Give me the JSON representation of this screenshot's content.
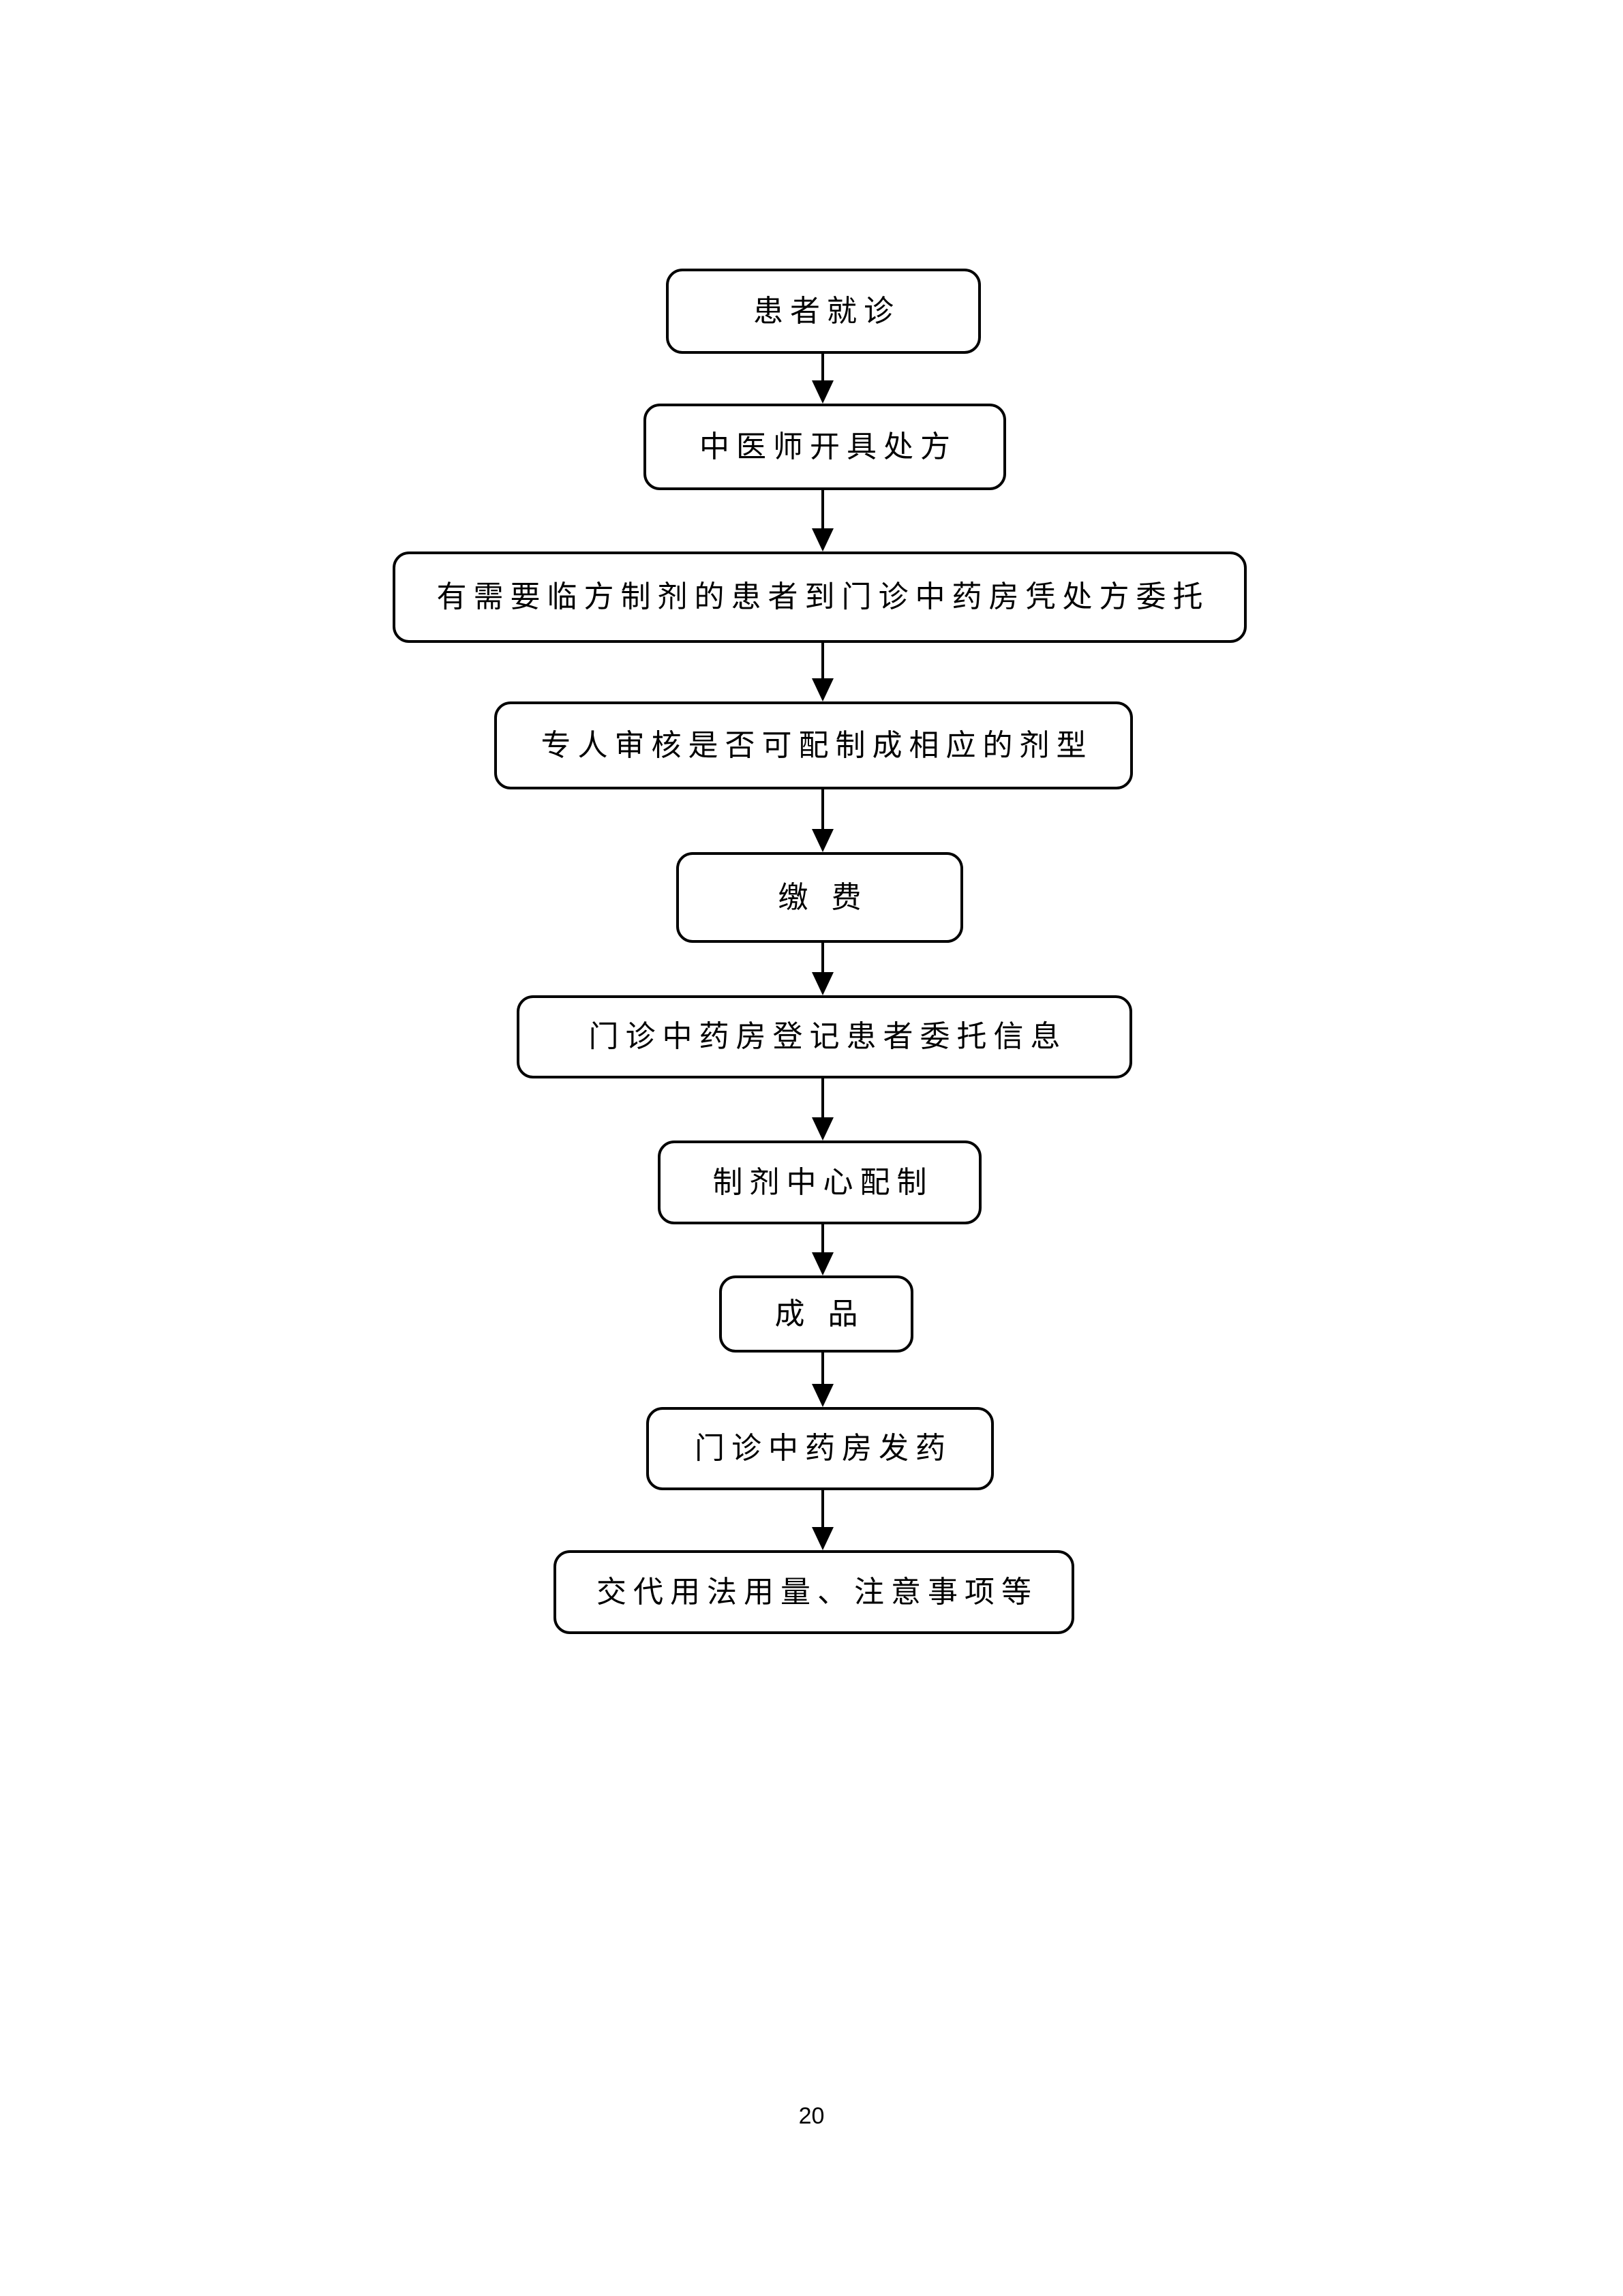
{
  "document": {
    "page_number": "20"
  },
  "flowchart": {
    "type": "vertical-flow",
    "colors": {
      "node_stroke": "#000000",
      "node_fill": "#ffffff",
      "text": "#000000",
      "arrow": "#000000",
      "page_background": "#ffffff"
    },
    "nodes": [
      {
        "id": 1,
        "label": "患者就诊"
      },
      {
        "id": 2,
        "label": "中医师开具处方"
      },
      {
        "id": 3,
        "label": "有需要临方制剂的患者到门诊中药房凭处方委托"
      },
      {
        "id": 4,
        "label": "专人审核是否可配制成相应的剂型"
      },
      {
        "id": 5,
        "label": "缴 费"
      },
      {
        "id": 6,
        "label": "门诊中药房登记患者委托信息"
      },
      {
        "id": 7,
        "label": "制剂中心配制"
      },
      {
        "id": 8,
        "label": "成 品"
      },
      {
        "id": 9,
        "label": "门诊中药房发药"
      },
      {
        "id": 10,
        "label": "交代用法用量、注意事项等"
      }
    ],
    "edges": [
      {
        "from": 1,
        "to": 2
      },
      {
        "from": 2,
        "to": 3
      },
      {
        "from": 3,
        "to": 4
      },
      {
        "from": 4,
        "to": 5
      },
      {
        "from": 5,
        "to": 6
      },
      {
        "from": 6,
        "to": 7
      },
      {
        "from": 7,
        "to": 8
      },
      {
        "from": 8,
        "to": 9
      },
      {
        "from": 9,
        "to": 10
      }
    ]
  }
}
